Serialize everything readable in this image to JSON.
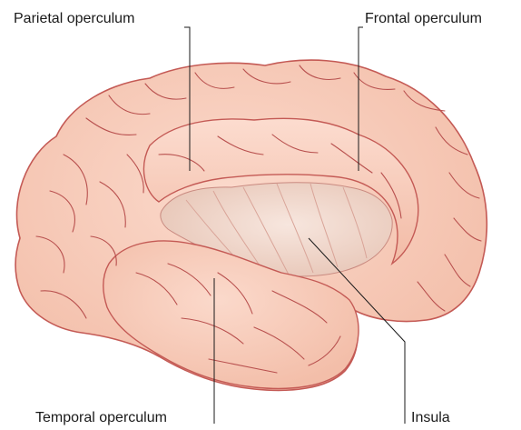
{
  "labels": {
    "parietal": "Parietal operculum",
    "frontal": "Frontal operculum",
    "temporal": "Temporal operculum",
    "insula": "Insula"
  },
  "colors": {
    "cortex_fill": "#f6c8b8",
    "cortex_light": "#fbe0d5",
    "outline": "#c45a55",
    "sulcus": "#b8504e",
    "insula_fill": "#f2d9ce",
    "leader": "#1a1a1a"
  }
}
